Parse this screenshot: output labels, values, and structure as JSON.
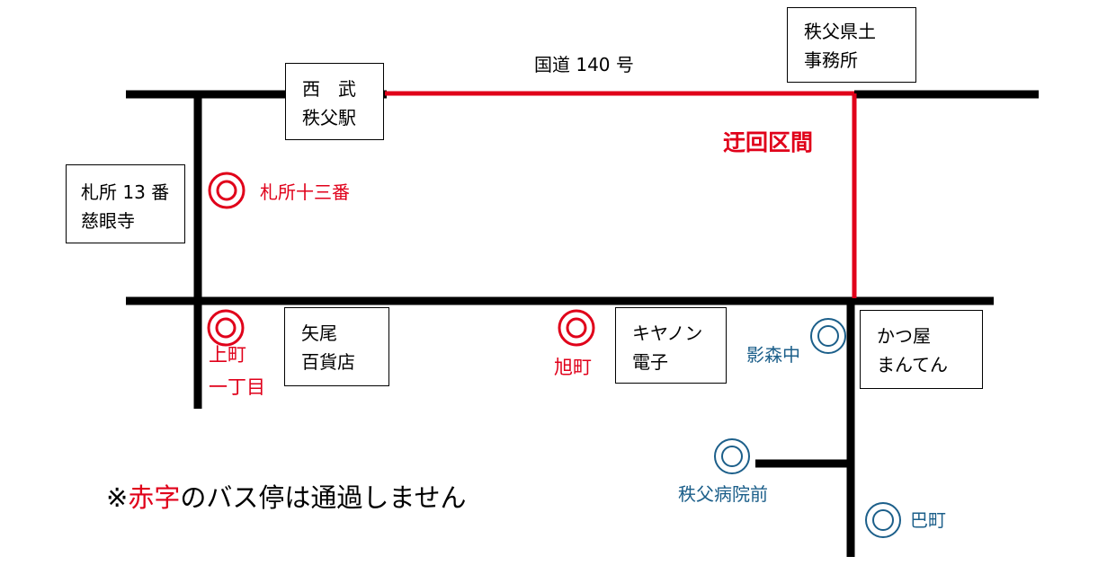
{
  "colors": {
    "road": "#000000",
    "detour": "#e0001a",
    "skipped_stop": "#e0001a",
    "active_stop": "#1c5f8a"
  },
  "road_label": "国道 140 号",
  "detour_label": "迂回区間",
  "landmarks": {
    "seibu": [
      "西　武",
      "秩父駅"
    ],
    "kendo": [
      "秩父県土",
      "事務所"
    ],
    "fudasho": [
      "札所 13 番",
      "慈眼寺"
    ],
    "yao": [
      "矢尾",
      "百貨店"
    ],
    "canon": [
      "キヤノン",
      "電子"
    ],
    "katsuya": [
      "かつ屋",
      "まんてん"
    ]
  },
  "stops": {
    "fudasho13": {
      "label": "札所十三番",
      "status": "skipped"
    },
    "kamimachi": {
      "label_line1": "上町",
      "label_line2": "一丁目",
      "status": "skipped"
    },
    "asahimachi": {
      "label": "旭町",
      "status": "skipped"
    },
    "kagemorinaka": {
      "label": "影森中",
      "status": "active"
    },
    "hospital": {
      "label": "秩父病院前",
      "status": "active"
    },
    "tomoemachi": {
      "label": "巴町",
      "status": "active"
    }
  },
  "note": {
    "prefix": "※",
    "highlight": "赤字",
    "rest": "のバス停は通過しません"
  }
}
